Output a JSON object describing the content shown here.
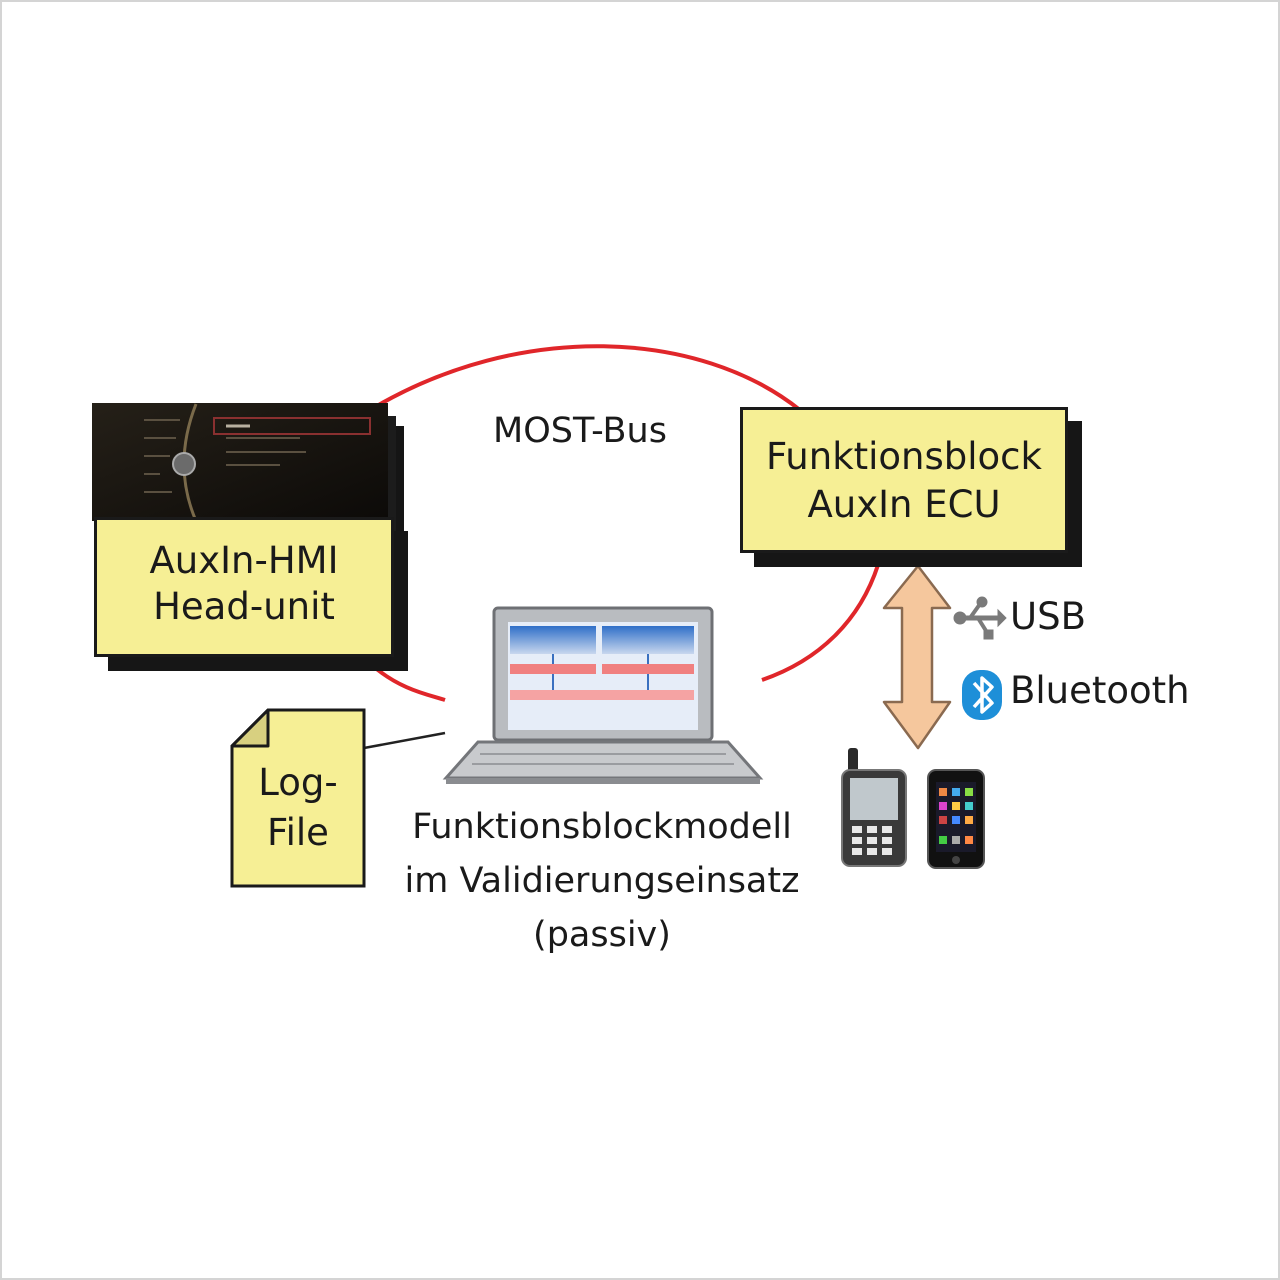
{
  "bus": {
    "label": "MOST-Bus",
    "color": "#e0262a"
  },
  "head_unit": {
    "title_line1": "AuxIn-HMI",
    "title_line2": "Head-unit"
  },
  "ecu": {
    "title_line1": "Funktionsblock",
    "title_line2": "AuxIn ECU"
  },
  "logfile": {
    "line1": "Log-",
    "line2": "File"
  },
  "laptop": {
    "caption_line1": "Funktionsblockmodell",
    "caption_line2": "im Validierungseinsatz",
    "caption_line3": "(passiv)"
  },
  "connections": {
    "arrow_color": "#f5c79d",
    "usb_label": "USB",
    "usb_icon": "usb-icon",
    "bluetooth_label": "Bluetooth",
    "bluetooth_icon": "bluetooth-icon"
  },
  "devices": [
    "pda-phone",
    "mp3-player"
  ],
  "colors": {
    "box_fill": "#f6ef95",
    "box_border": "#1a1a1a",
    "shadow": "#161616"
  }
}
